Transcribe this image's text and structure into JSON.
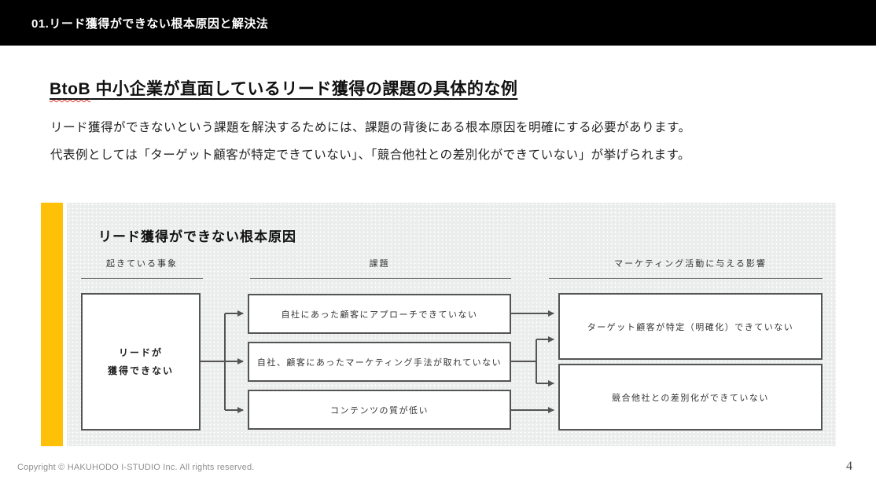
{
  "header": {
    "bar_title": "01.リード獲得ができない根本原因と解決法"
  },
  "main": {
    "title_highlight": "BtoB",
    "title_rest": " 中小企業が直面しているリード獲得の課題の具体的な例",
    "paragraph1": "リード獲得ができないという課題を解決するためには、課題の背後にある根本原因を明確にする必要があります。",
    "paragraph2": "代表例としては「ターゲット顧客が特定できていない」、「競合他社との差別化ができていない」が挙げられます。"
  },
  "diagram": {
    "title": "リード獲得ができない根本原因",
    "columns": [
      {
        "label": "起きている事象"
      },
      {
        "label": "課題"
      },
      {
        "label": "マーケティング活動に与える影響"
      }
    ],
    "cause_line1": "リードが",
    "cause_line2": "獲得できない",
    "issues": [
      "自社にあった顧客にアプローチできていない",
      "自社、顧客にあったマーケティング手法が取れていない",
      "コンテンツの質が低い"
    ],
    "impacts": [
      "ターゲット顧客が特定（明確化）できていない",
      "競合他社との差別化ができていない"
    ],
    "colors": {
      "accent": "#FFC107",
      "panel_bg": "#EBECEC",
      "box_border": "#545454",
      "connector": "#545454"
    }
  },
  "footer": {
    "copyright": "Copyright © HAKUHODO I-STUDIO Inc. All rights reserved.",
    "page_number": "4"
  }
}
